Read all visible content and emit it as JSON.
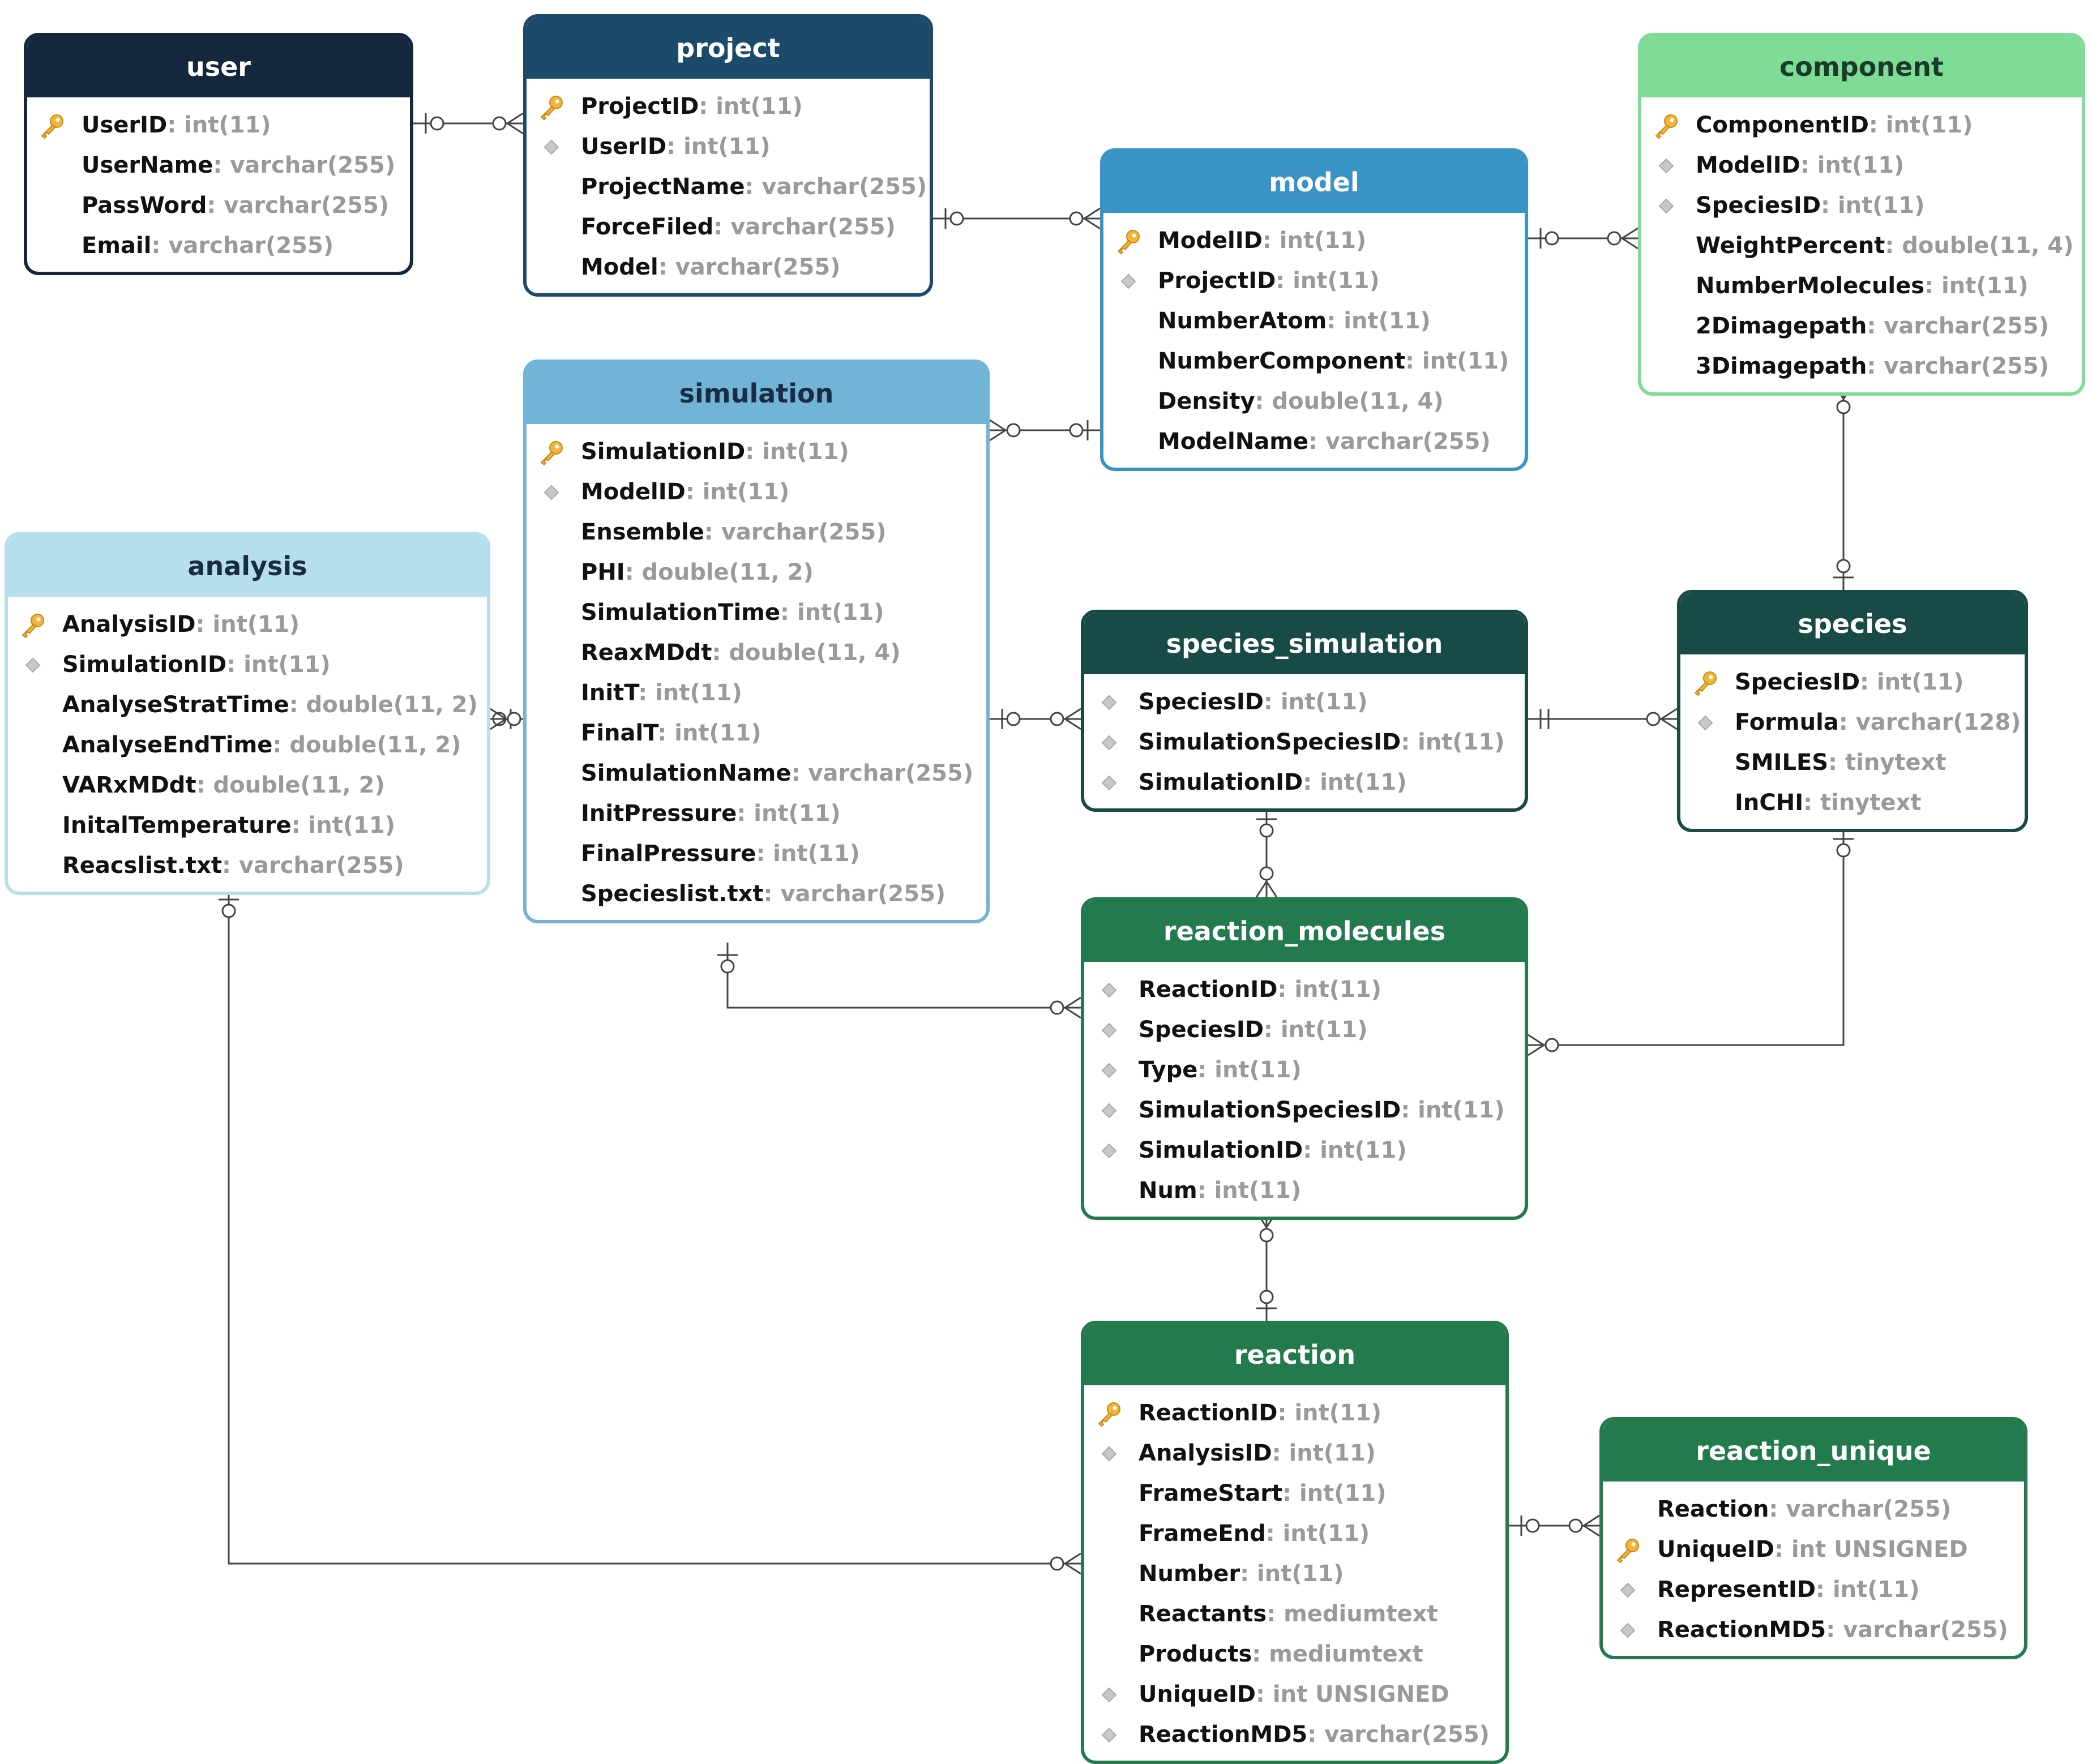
{
  "colors": {
    "line": "#444444",
    "key_icon": "#f2b53a",
    "fk_icon": "#c8c8c8",
    "type_text": "#9a9a9a"
  },
  "entities": [
    {
      "id": "user",
      "title": "user",
      "header_color": "#14273f",
      "header_text": "#ffffff",
      "border_color": "#14273f",
      "fields": [
        {
          "marker": "key-icon",
          "name": "UserID",
          "type": ": int(11)"
        },
        {
          "marker": "",
          "name": "UserName",
          "type": ": varchar(255)"
        },
        {
          "marker": "",
          "name": "PassWord",
          "type": ": varchar(255)"
        },
        {
          "marker": "",
          "name": "Email",
          "type": ": varchar(255)"
        }
      ]
    },
    {
      "id": "project",
      "title": "project",
      "header_color": "#1b4a6b",
      "header_text": "#ffffff",
      "border_color": "#1b4a6b",
      "fields": [
        {
          "marker": "key-icon",
          "name": "ProjectID",
          "type": ": int(11)"
        },
        {
          "marker": "diamond-icon",
          "name": "UserID",
          "type": ": int(11)"
        },
        {
          "marker": "",
          "name": "ProjectName",
          "type": ": varchar(255)"
        },
        {
          "marker": "",
          "name": "ForceFiled",
          "type": ": varchar(255)"
        },
        {
          "marker": "",
          "name": "Model",
          "type": ": varchar(255)"
        }
      ]
    },
    {
      "id": "model",
      "title": "model",
      "header_color": "#3a93c6",
      "header_text": "#ffffff",
      "border_color": "#3a93c6",
      "fields": [
        {
          "marker": "key-icon",
          "name": "ModelID",
          "type": ": int(11)"
        },
        {
          "marker": "diamond-icon",
          "name": "ProjectID",
          "type": ": int(11)"
        },
        {
          "marker": "",
          "name": "NumberAtom",
          "type": ": int(11)"
        },
        {
          "marker": "",
          "name": "NumberComponent",
          "type": ": int(11)"
        },
        {
          "marker": "",
          "name": "Density",
          "type": ": double(11, 4)"
        },
        {
          "marker": "",
          "name": "ModelName",
          "type": ": varchar(255)"
        }
      ]
    },
    {
      "id": "component",
      "title": "component",
      "header_color": "#7fdc96",
      "header_text": "#1c3a2a",
      "border_color": "#7fdc96",
      "fields": [
        {
          "marker": "key-icon",
          "name": "ComponentID",
          "type": ": int(11)"
        },
        {
          "marker": "diamond-icon",
          "name": "ModelID",
          "type": ": int(11)"
        },
        {
          "marker": "diamond-icon",
          "name": "SpeciesID",
          "type": ": int(11)"
        },
        {
          "marker": "",
          "name": "WeightPercent",
          "type": ": double(11, 4)"
        },
        {
          "marker": "",
          "name": "NumberMolecules",
          "type": ": int(11)"
        },
        {
          "marker": "",
          "name": "2Dimagepath",
          "type": ": varchar(255)"
        },
        {
          "marker": "",
          "name": "3Dimagepath",
          "type": ": varchar(255)"
        }
      ]
    },
    {
      "id": "simulation",
      "title": "simulation",
      "header_color": "#72b4d6",
      "header_text": "#1a2b44",
      "border_color": "#72b4d6",
      "fields": [
        {
          "marker": "key-icon",
          "name": "SimulationID",
          "type": ": int(11)"
        },
        {
          "marker": "diamond-icon",
          "name": "ModelID",
          "type": ": int(11)"
        },
        {
          "marker": "",
          "name": "Ensemble",
          "type": ": varchar(255)"
        },
        {
          "marker": "",
          "name": "PHI",
          "type": ": double(11, 2)"
        },
        {
          "marker": "",
          "name": "SimulationTime",
          "type": ": int(11)"
        },
        {
          "marker": "",
          "name": "ReaxMDdt",
          "type": ": double(11, 4)"
        },
        {
          "marker": "",
          "name": "InitT",
          "type": ": int(11)"
        },
        {
          "marker": "",
          "name": "FinalT",
          "type": ": int(11)"
        },
        {
          "marker": "",
          "name": "SimulationName",
          "type": ": varchar(255)"
        },
        {
          "marker": "",
          "name": "InitPressure",
          "type": ": int(11)"
        },
        {
          "marker": "",
          "name": "FinalPressure",
          "type": ": int(11)"
        },
        {
          "marker": "",
          "name": "Specieslist.txt",
          "type": ": varchar(255)"
        }
      ]
    },
    {
      "id": "analysis",
      "title": "analysis",
      "header_color": "#b6dfee",
      "header_text": "#1a2b44",
      "border_color": "#b6dfee",
      "fields": [
        {
          "marker": "key-icon",
          "name": "AnalysisID",
          "type": ": int(11)"
        },
        {
          "marker": "diamond-icon",
          "name": "SimulationID",
          "type": ": int(11)"
        },
        {
          "marker": "",
          "name": "AnalyseStratTime",
          "type": ": double(11, 2)"
        },
        {
          "marker": "",
          "name": "AnalyseEndTime",
          "type": ": double(11, 2)"
        },
        {
          "marker": "",
          "name": "VARxMDdt",
          "type": ": double(11, 2)"
        },
        {
          "marker": "",
          "name": "InitalTemperature",
          "type": ": int(11)"
        },
        {
          "marker": "",
          "name": "Reacslist.txt",
          "type": ": varchar(255)"
        }
      ]
    },
    {
      "id": "species_simulation",
      "title": "species_simulation",
      "header_color": "#184a46",
      "header_text": "#ffffff",
      "border_color": "#184a46",
      "fields": [
        {
          "marker": "diamond-icon",
          "name": "SpeciesID",
          "type": ": int(11)"
        },
        {
          "marker": "diamond-icon",
          "name": "SimulationSpeciesID",
          "type": ": int(11)"
        },
        {
          "marker": "diamond-icon",
          "name": "SimulationID",
          "type": ": int(11)"
        }
      ]
    },
    {
      "id": "species",
      "title": "species",
      "header_color": "#184a46",
      "header_text": "#ffffff",
      "border_color": "#184a46",
      "fields": [
        {
          "marker": "key-icon",
          "name": "SpeciesID",
          "type": ": int(11)"
        },
        {
          "marker": "diamond-icon",
          "name": "Formula",
          "type": ": varchar(128)"
        },
        {
          "marker": "",
          "name": "SMILES",
          "type": ": tinytext"
        },
        {
          "marker": "",
          "name": "InCHI",
          "type": ": tinytext"
        }
      ]
    },
    {
      "id": "reaction_molecules",
      "title": "reaction_molecules",
      "header_color": "#227a4d",
      "header_text": "#ffffff",
      "border_color": "#227a4d",
      "fields": [
        {
          "marker": "diamond-icon",
          "name": "ReactionID",
          "type": ": int(11)"
        },
        {
          "marker": "diamond-icon",
          "name": "SpeciesID",
          "type": ": int(11)"
        },
        {
          "marker": "diamond-icon",
          "name": "Type",
          "type": ": int(11)"
        },
        {
          "marker": "diamond-icon",
          "name": "SimulationSpeciesID",
          "type": ": int(11)"
        },
        {
          "marker": "diamond-icon",
          "name": "SimulationID",
          "type": ": int(11)"
        },
        {
          "marker": "",
          "name": "Num",
          "type": ": int(11)"
        }
      ]
    },
    {
      "id": "reaction",
      "title": "reaction",
      "header_color": "#227a4d",
      "header_text": "#ffffff",
      "border_color": "#227a4d",
      "fields": [
        {
          "marker": "key-icon",
          "name": "ReactionID",
          "type": ": int(11)"
        },
        {
          "marker": "diamond-icon",
          "name": "AnalysisID",
          "type": ": int(11)"
        },
        {
          "marker": "",
          "name": "FrameStart",
          "type": ": int(11)"
        },
        {
          "marker": "",
          "name": "FrameEnd",
          "type": ": int(11)"
        },
        {
          "marker": "",
          "name": "Number",
          "type": ": int(11)"
        },
        {
          "marker": "",
          "name": "Reactants",
          "type": ": mediumtext"
        },
        {
          "marker": "",
          "name": "Products",
          "type": ": mediumtext"
        },
        {
          "marker": "diamond-icon",
          "name": "UniqueID",
          "type": ": int UNSIGNED"
        },
        {
          "marker": "diamond-icon",
          "name": "ReactionMD5",
          "type": ": varchar(255)"
        }
      ]
    },
    {
      "id": "reaction_unique",
      "title": "reaction_unique",
      "header_color": "#227a4d",
      "header_text": "#ffffff",
      "border_color": "#227a4d",
      "fields": [
        {
          "marker": "",
          "name": "Reaction",
          "type": ": varchar(255)"
        },
        {
          "marker": "key-icon",
          "name": "UniqueID",
          "type": ": int UNSIGNED"
        },
        {
          "marker": "diamond-icon",
          "name": "RepresentID",
          "type": ": int(11)"
        },
        {
          "marker": "diamond-icon",
          "name": "ReactionMD5",
          "type": ": varchar(255)"
        }
      ]
    }
  ],
  "relationships": [
    {
      "from": "user",
      "to": "project",
      "from_card": "one-optional",
      "to_card": "many-optional"
    },
    {
      "from": "project",
      "to": "model",
      "from_card": "one-optional",
      "to_card": "many-optional"
    },
    {
      "from": "model",
      "to": "component",
      "from_card": "one-optional",
      "to_card": "many-optional"
    },
    {
      "from": "model",
      "to": "simulation",
      "from_card": "one-optional",
      "to_card": "many-optional"
    },
    {
      "from": "component",
      "to": "species",
      "from_card": "many-optional",
      "to_card": "one-optional"
    },
    {
      "from": "simulation",
      "to": "analysis",
      "from_card": "one-optional",
      "to_card": "many-optional"
    },
    {
      "from": "simulation",
      "to": "species_simulation",
      "from_card": "one-optional",
      "to_card": "many-optional"
    },
    {
      "from": "species_simulation",
      "to": "species",
      "from_card": "many-optional",
      "to_card": "one-mandatory"
    },
    {
      "from": "species_simulation",
      "to": "reaction_molecules",
      "from_card": "one-optional",
      "to_card": "many-optional"
    },
    {
      "from": "simulation",
      "to": "reaction_molecules",
      "from_card": "one-optional",
      "to_card": "many-optional"
    },
    {
      "from": "species",
      "to": "reaction_molecules",
      "from_card": "one-optional",
      "to_card": "many-optional"
    },
    {
      "from": "reaction_molecules",
      "to": "reaction",
      "from_card": "many-optional",
      "to_card": "one-optional"
    },
    {
      "from": "analysis",
      "to": "reaction",
      "from_card": "one-optional",
      "to_card": "many-optional"
    },
    {
      "from": "reaction",
      "to": "reaction_unique",
      "from_card": "one-optional",
      "to_card": "many-optional"
    }
  ]
}
